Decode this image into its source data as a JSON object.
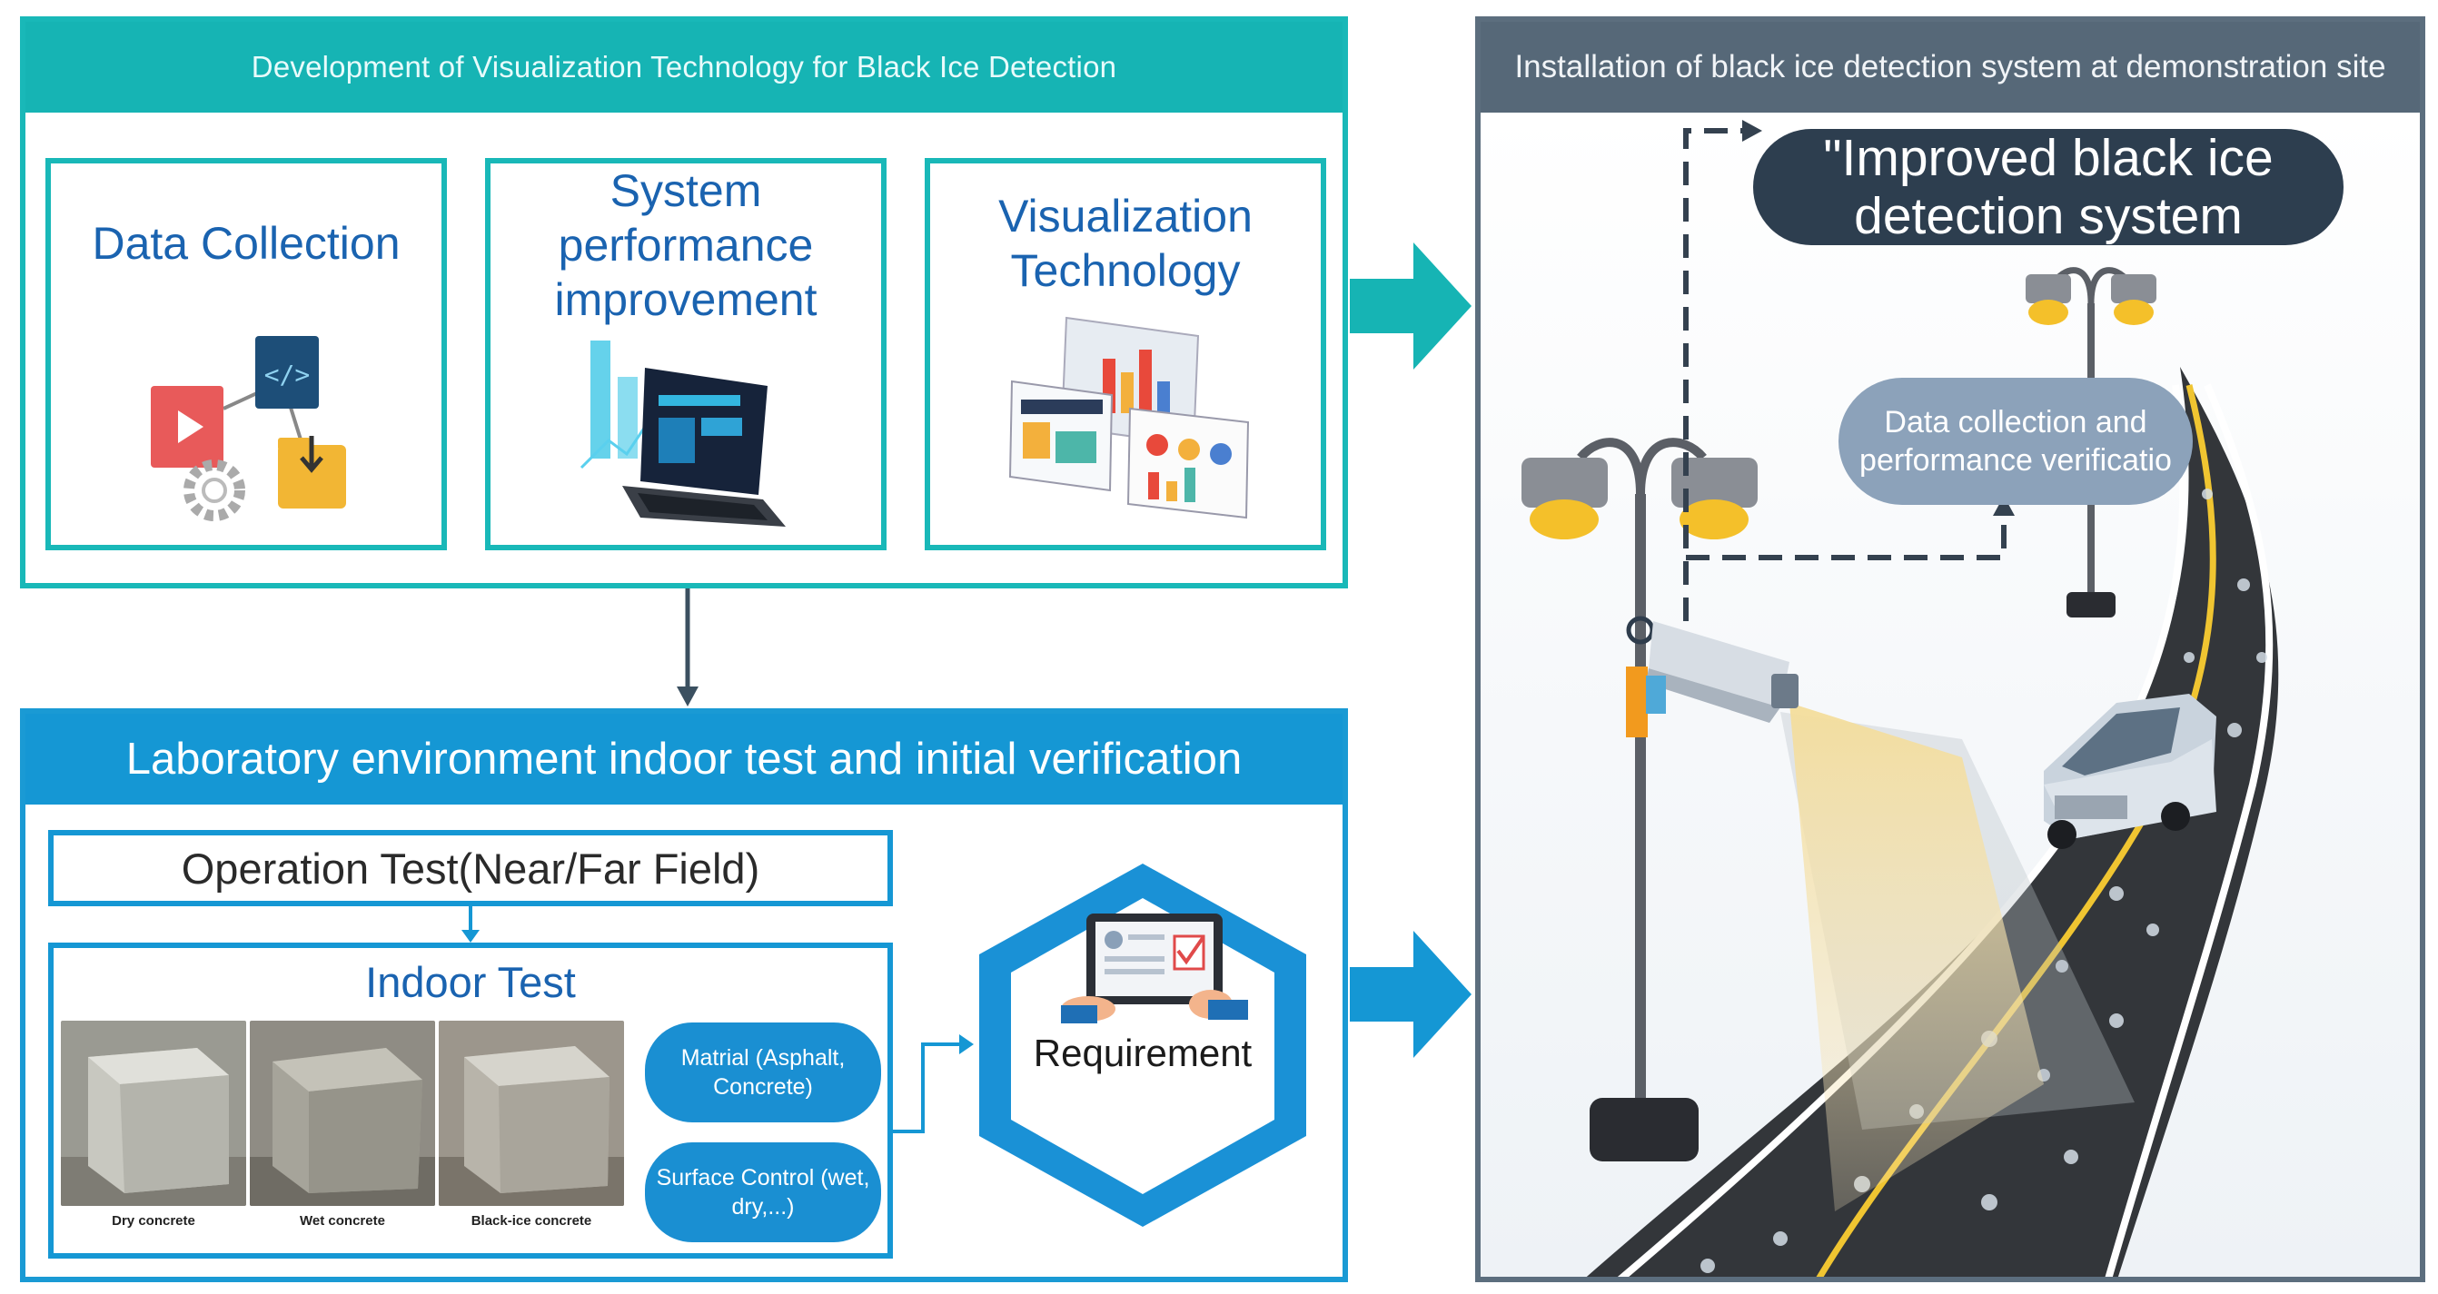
{
  "top_panel": {
    "title": "Development  of Visualization  Technology  for Black Ice Detection",
    "cards": [
      {
        "title": "Data Collection",
        "icon": "data-collection-icon"
      },
      {
        "title": "System performance improvement",
        "icon": "laptop-chart-icon"
      },
      {
        "title": "Visualization Technology",
        "icon": "dashboard-screens-icon"
      }
    ]
  },
  "bottom_panel": {
    "title": "Laboratory  environment  indoor  test  and  initial  verification",
    "operation_test": "Operation Test(Near/Far Field)",
    "indoor_test": {
      "title": "Indoor Test",
      "photos": [
        "Dry concrete",
        "Wet concrete",
        "Black-ice concrete"
      ],
      "material": "Matrial (Asphalt, Concrete)",
      "surface": "Surface  Control (wet, dry,...)"
    },
    "requirement": "Requirement"
  },
  "right_panel": {
    "title": "Installation  of black ice detection  system at demonstration  site",
    "improved": "\"Improved black ice detection system",
    "data_collection": "Data  collection  and performance verificatio"
  },
  "colors": {
    "teal": "#16b4b4",
    "blue": "#1597d4",
    "slate": "#566878",
    "navy": "#2d3e4f",
    "heading_blue": "#1a63b0"
  }
}
